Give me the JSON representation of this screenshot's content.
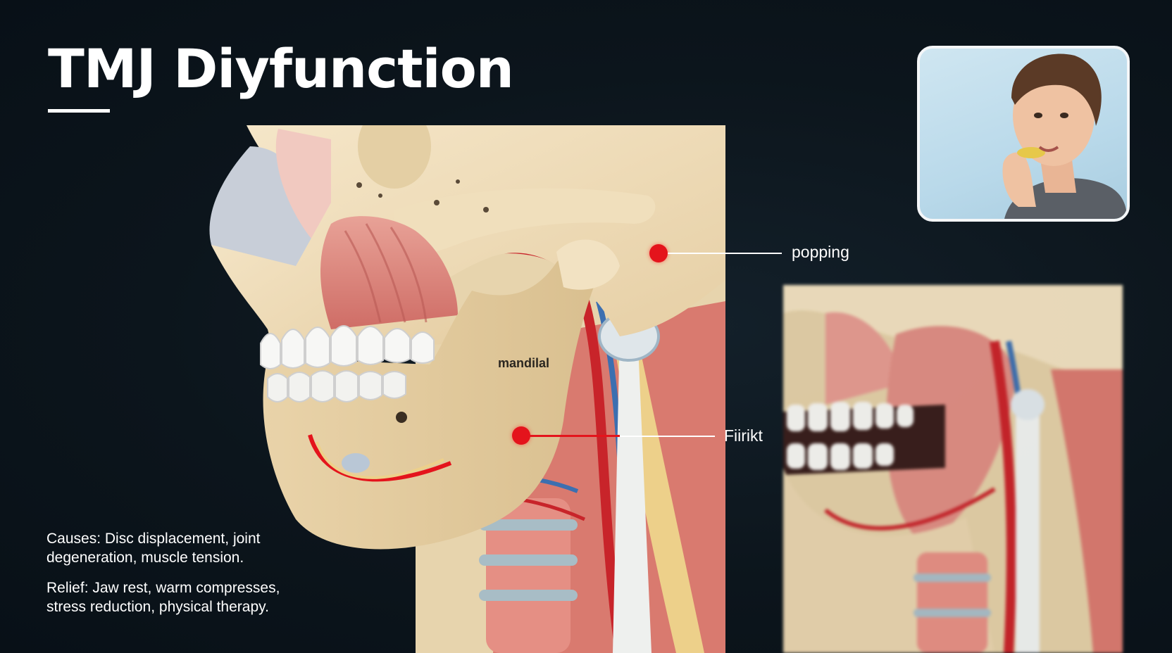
{
  "title": "TMJ Diyfunction",
  "callouts": {
    "popping": "popping",
    "lower": "Fiirikt"
  },
  "bone_label": "mandilal",
  "info": {
    "causes": "Causes: Disc displacement, joint degeneration, muscle tension.",
    "relief": "Relief: Jaw rest, warm compresses, stress reduction, physical therapy."
  },
  "colors": {
    "background": "#0c151c",
    "accent_red": "#e4141c",
    "bone": "#efdcb8",
    "muscle": "#e59a8f",
    "artery": "#c8242a",
    "vein": "#3c6fb0",
    "nerve": "#e8c969"
  },
  "icons": {
    "person_inset": "person-eating-photo"
  }
}
